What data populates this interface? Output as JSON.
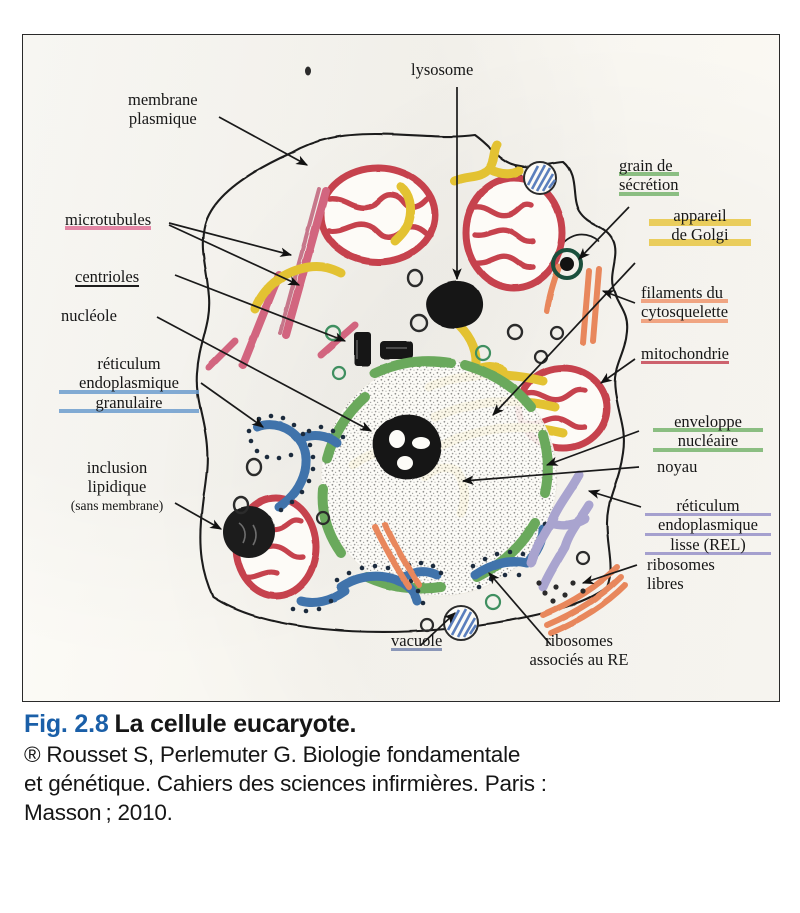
{
  "figure": {
    "border_color": "#2a2a2a",
    "background": "#fbfaf6"
  },
  "caption": {
    "number": "Fig. 2.8",
    "title": "La cellule eucaryote.",
    "source_line1": "® Rousset S, Perlemuter G. Biologie fondamentale",
    "source_line2": "et génétique. Cahiers des sciences infirmières. Paris :",
    "source_line3": "Masson ; 2010.",
    "number_color": "#1a5fa8"
  },
  "diagram": {
    "title": "La cellule eucaryote",
    "labels": [
      {
        "id": "membrane-plasmique",
        "lines": [
          "membrane",
          "plasmique"
        ],
        "underline": "none",
        "underline_color": "",
        "side": "left"
      },
      {
        "id": "microtubules",
        "lines": [
          "microtubules"
        ],
        "underline": "pink",
        "underline_color": "#de6991",
        "side": "left"
      },
      {
        "id": "centrioles",
        "lines": [
          "centrioles"
        ],
        "underline": "black",
        "underline_color": "#1d1d1d",
        "side": "left"
      },
      {
        "id": "nucleole",
        "lines": [
          "nucléole"
        ],
        "underline": "none",
        "underline_color": "",
        "side": "left"
      },
      {
        "id": "reticulum-endoplasmique-granulaire",
        "lines": [
          "réticulum",
          "endoplasmique",
          "granulaire"
        ],
        "underline": "blue",
        "underline_color": "#6c9cce",
        "side": "left"
      },
      {
        "id": "inclusion-lipidique",
        "lines": [
          "inclusion",
          "lipidique",
          "(sans membrane)"
        ],
        "underline": "none",
        "underline_color": "",
        "side": "left"
      },
      {
        "id": "lysosome",
        "lines": [
          "lysosome"
        ],
        "underline": "none",
        "underline_color": "",
        "side": "top"
      },
      {
        "id": "grain-de-secretion",
        "lines": [
          "grain de",
          "sécrétion"
        ],
        "underline": "green",
        "underline_color": "#4f8a4a",
        "side": "right"
      },
      {
        "id": "appareil-de-golgi",
        "lines": [
          "appareil",
          "de Golgi"
        ],
        "underline": "yellow",
        "underline_color": "#e8c43c",
        "side": "right"
      },
      {
        "id": "filaments-du-cytosquelette",
        "lines": [
          "filaments du",
          "cytosquelette"
        ],
        "underline": "orange",
        "underline_color": "#ee966e",
        "side": "right"
      },
      {
        "id": "mitochondrie",
        "lines": [
          "mitochondrie"
        ],
        "underline": "crimson",
        "underline_color": "#c64856",
        "side": "right"
      },
      {
        "id": "enveloppe-nucleaire",
        "lines": [
          "enveloppe",
          "nucléaire"
        ],
        "underline": "green",
        "underline_color": "#78b46e",
        "side": "right"
      },
      {
        "id": "noyau",
        "lines": [
          "noyau"
        ],
        "underline": "none",
        "underline_color": "",
        "side": "right"
      },
      {
        "id": "reticulum-endoplasmique-lisse",
        "lines": [
          "réticulum",
          "endoplasmique",
          "lisse (REL)"
        ],
        "underline": "purple",
        "underline_color": "#9691c8",
        "side": "right"
      },
      {
        "id": "ribosomes-libres",
        "lines": [
          "ribosomes",
          "libres"
        ],
        "underline": "none",
        "underline_color": "",
        "side": "right"
      },
      {
        "id": "vacuole",
        "lines": [
          "vacuole"
        ],
        "underline": "grayblue",
        "underline_color": "#7887af",
        "side": "bottom"
      },
      {
        "id": "ribosomes-associes-au-re",
        "lines": [
          "ribosomes",
          "associés au RE"
        ],
        "underline": "none",
        "underline_color": "",
        "side": "bottom"
      }
    ],
    "organelle_colors": {
      "mitochondrie": "#c6424e",
      "appareil_de_golgi": "#e3c232",
      "microtubules": "#d2657f",
      "filaments_cytosquelette": "#e8875c",
      "enveloppe_nucleaire": "#6aa95c",
      "reticulum_granulaire": "#3f73ab",
      "reticulum_lisse": "#a9a4cf",
      "vacuole": "#5b7fbd",
      "centrioles": "#1a1a1a",
      "lysosome": "#141414",
      "inclusion_lipidique": "#1a1a1a",
      "grain_de_secretion": "#1a4f3c",
      "membrane_plasmique": "#1d1d1d"
    },
    "label_text": {
      "membrane_plasmique_l1": "membrane",
      "membrane_plasmique_l2": "plasmique",
      "microtubules": "microtubules",
      "centrioles": "centrioles",
      "nucleole": "nucléole",
      "rer_l1": "réticulum",
      "rer_l2": "endoplasmique",
      "rer_l3": "granulaire",
      "inclusion_l1": "inclusion",
      "inclusion_l2": "lipidique",
      "inclusion_l3": "(sans membrane)",
      "lysosome": "lysosome",
      "grain_l1": "grain de",
      "grain_l2": "sécrétion",
      "golgi_l1": "appareil",
      "golgi_l2": "de Golgi",
      "filaments_l1": "filaments du",
      "filaments_l2": "cytosquelette",
      "mitochondrie": "mitochondrie",
      "enveloppe_l1": "enveloppe",
      "enveloppe_l2": "nucléaire",
      "noyau": "noyau",
      "rel_l1": "réticulum",
      "rel_l2": "endoplasmique",
      "rel_l3": "lisse (REL)",
      "ribosomes_libres_l1": "ribosomes",
      "ribosomes_libres_l2": "libres",
      "vacuole": "vacuole",
      "ribosomes_re_l1": "ribosomes",
      "ribosomes_re_l2": "associés au RE"
    }
  }
}
